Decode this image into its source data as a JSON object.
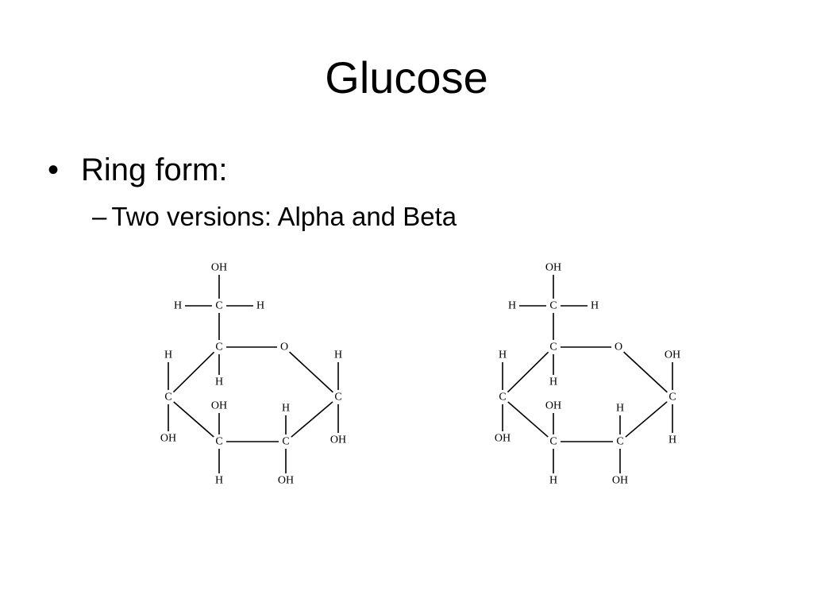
{
  "slide": {
    "title": "Glucose",
    "bullet": {
      "marker": "•",
      "text": "Ring form:"
    },
    "sub_bullet": {
      "marker": "–",
      "text": "Two versions: Alpha and Beta"
    }
  },
  "molecules": [
    {
      "name": "alpha",
      "atoms": {
        "oh_top": "OH",
        "h_c6_left": "H",
        "c6": "C",
        "h_c6_right": "H",
        "c5": "C",
        "o_ring": "O",
        "h_c5_below": "H",
        "h_c4_top": "H",
        "c4": "C",
        "oh_c4": "OH",
        "oh_c3_top": "OH",
        "c3": "C",
        "h_c3_bottom": "H",
        "h_c2_top": "H",
        "c2": "C",
        "oh_c2_bottom": "OH",
        "c1_top_sub": "H",
        "c1": "C",
        "c1_bottom_sub": "OH"
      }
    },
    {
      "name": "beta",
      "atoms": {
        "oh_top": "OH",
        "h_c6_left": "H",
        "c6": "C",
        "h_c6_right": "H",
        "c5": "C",
        "o_ring": "O",
        "h_c5_below": "H",
        "h_c4_top": "H",
        "c4": "C",
        "oh_c4": "OH",
        "oh_c3_top": "OH",
        "c3": "C",
        "h_c3_bottom": "H",
        "h_c2_top": "H",
        "c2": "C",
        "oh_c2_bottom": "OH",
        "c1_top_sub": "OH",
        "c1": "C",
        "c1_bottom_sub": "H"
      }
    }
  ]
}
